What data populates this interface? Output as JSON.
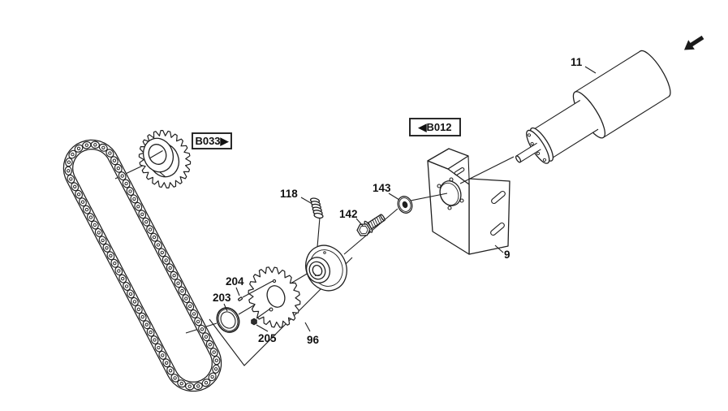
{
  "figure": {
    "kind": "exploded-parts-diagram",
    "colors": {
      "background": "#ffffff",
      "line": "#1f1f1f",
      "arrow_fill": "#1a1a1a"
    }
  },
  "ref_boxes": {
    "b033": "B033▶",
    "b012": "◀B012"
  },
  "callouts": {
    "motor": "11",
    "spring": "118",
    "bolt": "142",
    "washer": "143",
    "ring": "203",
    "pin": "204",
    "nut": "205",
    "assembly": "96",
    "bracket": "9"
  },
  "icons": {
    "direction_arrow": "arrow-pointing-down-left"
  }
}
